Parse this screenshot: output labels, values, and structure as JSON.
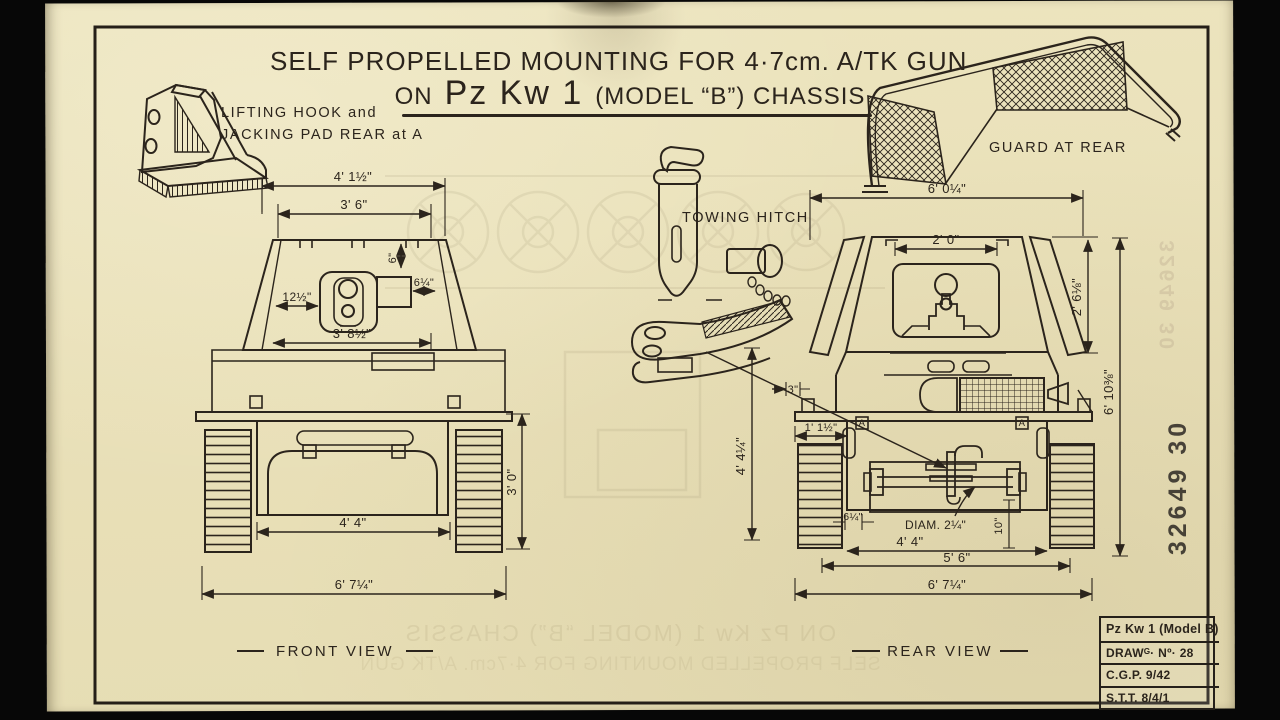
{
  "title": {
    "line1": "SELF PROPELLED MOUNTING FOR 4·7cm. A/TK GUN",
    "line2_prefix": "ON",
    "line2_model": "Pz Kw 1",
    "line2_suffix": "(MODEL “B”) CHASSIS",
    "line2_full": "ON Pz Kw 1 (MODEL “B”) CHASSIS"
  },
  "annotations": {
    "lifting_hook_line1": "LIFTING HOOK and",
    "lifting_hook_line2": "JACKING PAD  REAR at A",
    "towing_hitch": "TOWING HITCH",
    "guard_at_rear": "GUARD AT REAR",
    "front_view": "FRONT VIEW",
    "rear_view": "REAR VIEW",
    "marker_a_left": "A",
    "marker_a_right": "A"
  },
  "front_dims": {
    "width_overall_top": "4' 1½\"",
    "width_top_plate": "3' 6\"",
    "mount_drop": "6\"",
    "mount_offset": "6¼\"",
    "plate_offset": "12½\"",
    "width_plate": "3' 8½\"",
    "width_lower_hull": "4' 4\"",
    "track_height": "3' 0\"",
    "width_overall": "6' 7¼\""
  },
  "rear_dims": {
    "width_overall_top": "6' 0¼\"",
    "width_hatch": "2' 0\"",
    "height_superstructure": "2' 6⅛\"",
    "height_overall": "6' 10⅜\"",
    "guard_offset": "3\"",
    "fender_offset": "1' 1½\"",
    "hitch_height": "4' 4¼\"",
    "hub_offset": "6¼\"",
    "axle_diameter": "DIAM. 2¼\"",
    "clearance": "10\"",
    "width_lower_hull": "4' 4\"",
    "track_centres": "5' 6\"",
    "width_overall": "6' 7¼\""
  },
  "stamp": {
    "number": "32649 30",
    "ghost": "32649 30"
  },
  "title_block": {
    "row1": "Pz Kw 1 (Model B)",
    "row2": "DRAWᴳ· Nº·  28",
    "row3": "C.G.P.  9/42",
    "row4": "S.T.T.  8/4/1"
  },
  "colors": {
    "paper": "#e9e0b8",
    "ink": "#2b241c",
    "background": "#070707"
  }
}
